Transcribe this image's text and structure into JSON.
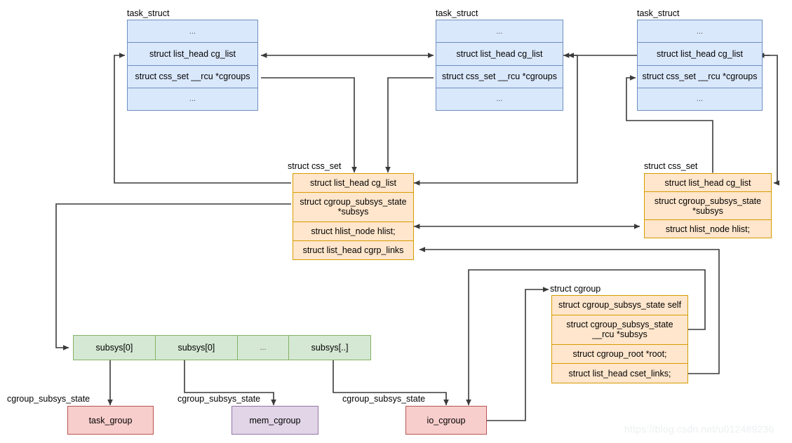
{
  "diagram": {
    "title": "Linux cgroup / css_set data structure relationships",
    "watermark": "https://blog.csdn.net/u012489236",
    "colors": {
      "task_struct_fill": "#dae8fc",
      "task_struct_stroke": "#6c8ebf",
      "css_set_fill": "#ffe6cc",
      "css_set_stroke": "#d79b00",
      "subsys_array_fill": "#d5e8d4",
      "subsys_array_stroke": "#82b366",
      "leaf_red_fill": "#f8cecc",
      "leaf_red_stroke": "#b85450",
      "leaf_purple_fill": "#e1d5e7",
      "leaf_purple_stroke": "#9673a6",
      "edge": "#3a3a3a"
    }
  },
  "task_structs": [
    {
      "caption": "task_struct",
      "rows": [
        "...",
        "struct list_head cg_list",
        "struct css_set __rcu *cgroups",
        "..."
      ]
    },
    {
      "caption": "task_struct",
      "rows": [
        "...",
        "struct list_head cg_list",
        "struct css_set __rcu *cgroups",
        "..."
      ]
    },
    {
      "caption": "task_struct",
      "rows": [
        "...",
        "struct list_head cg_list",
        "struct css_set __rcu *cgroups",
        "..."
      ]
    }
  ],
  "css_sets": [
    {
      "caption": "struct css_set",
      "rows": [
        "struct list_head cg_list",
        "struct cgroup_subsys_state *subsys",
        "struct hlist_node hlist;",
        "struct list_head cgrp_links"
      ]
    },
    {
      "caption": "struct css_set",
      "rows": [
        "struct list_head cg_list",
        "struct cgroup_subsys_state *subsys",
        "struct hlist_node hlist;"
      ]
    }
  ],
  "cgroup": {
    "caption": "struct cgroup",
    "rows": [
      "struct cgroup_subsys_state self",
      "struct cgroup_subsys_state __rcu *subsys",
      "struct cgroup_root *root;",
      "struct list_head cset_links;"
    ]
  },
  "subsys_array": {
    "cells": [
      "subsys[0]",
      "subsys[0]",
      "...",
      "subsys[..]"
    ]
  },
  "leaf_nodes": [
    {
      "caption": "cgroup_subsys_state",
      "label": "task_group",
      "color": "red"
    },
    {
      "caption": "cgroup_subsys_state",
      "label": "mem_cgroup",
      "color": "purple"
    },
    {
      "caption": "cgroup_subsys_state",
      "label": "io_cgroup",
      "color": "red"
    }
  ]
}
